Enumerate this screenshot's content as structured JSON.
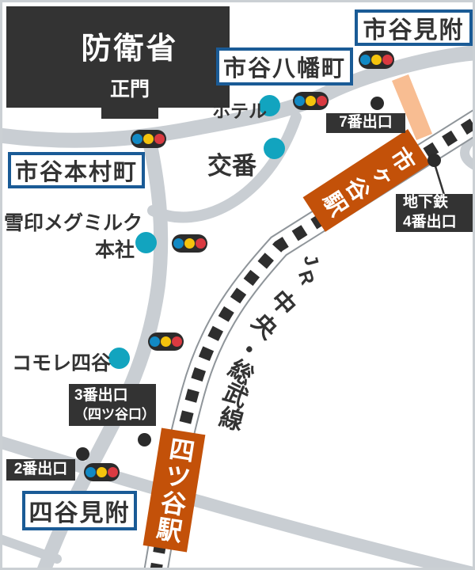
{
  "colors": {
    "road": "#c9ced3",
    "rail_edge": "#8f959a",
    "rail_white": "#ffffff",
    "rail_dash": "#2e2e2e",
    "station": "#c35109",
    "passage": "#f8bd92",
    "teal": "#12a4bf",
    "dark": "#333333",
    "blue": "#1a5b96",
    "text": "#333333",
    "sig_blue": "#1289c4",
    "sig_yellow": "#f5c30d",
    "sig_red": "#da3a41",
    "frame": "#cbd0d4"
  },
  "defense": {
    "name": "防衛省",
    "gate": "正門"
  },
  "intersections": {
    "ichigaya_mitsuke": "市谷見附",
    "ichigaya_hachimancho": "市谷八幡町",
    "ichigaya_honmuracho": "市谷本村町",
    "yotsuya_mitsuke": "四谷見附"
  },
  "stations": {
    "ichigaya": "市ヶ谷駅",
    "yotsuya": "四ツ谷駅"
  },
  "rail_line": {
    "name": "JR中央・総武線",
    "chars": [
      "J",
      "R",
      "中",
      "央",
      "・",
      "総",
      "武",
      "線"
    ]
  },
  "exits": {
    "exit7": "7番出口",
    "subway4_line1": "地下鉄",
    "subway4_line2": "4番出口",
    "exit3_line1": "3番出口",
    "exit3_line2": "（四ツ谷口）",
    "exit2": "2番出口"
  },
  "landmarks": {
    "hotel": "ホテル",
    "koban": "交番",
    "yukijirushi_line1": "雪印メグミルク",
    "yukijirushi_line2": "本社",
    "komore": "コモレ四谷"
  }
}
